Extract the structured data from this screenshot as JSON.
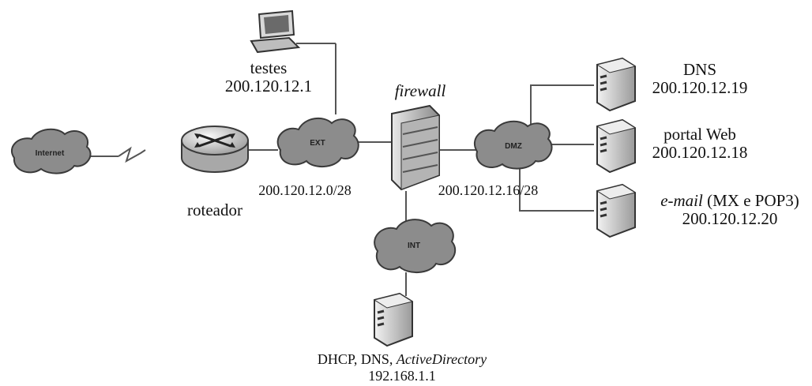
{
  "nodes": {
    "internet_cloud": "Internet",
    "ext_cloud": "EXT",
    "dmz_cloud": "DMZ",
    "int_cloud": "INT",
    "router": "roteador",
    "firewall": "firewall",
    "test_host": {
      "name": "testes",
      "ip": "200.120.12.1"
    },
    "dns_server": {
      "name": "DNS",
      "ip": "200.120.12.19"
    },
    "web_server": {
      "name": "portal Web",
      "ip": "200.120.12.18"
    },
    "mail_server": {
      "name_italic": "e-mail",
      "name_rest": " (MX e POP3)",
      "ip": "200.120.12.20"
    },
    "internal_server": {
      "name_plain": "DHCP, DNS, ",
      "name_italic": "ActiveDirectory",
      "ip": "192.168.1.1"
    }
  },
  "networks": {
    "ext_subnet": "200.120.12.0/28",
    "dmz_subnet": "200.120.12.16/28"
  },
  "colors": {
    "cloud": "#8c8c8c",
    "server_face": "#d4d4d4",
    "wire": "#555555"
  }
}
